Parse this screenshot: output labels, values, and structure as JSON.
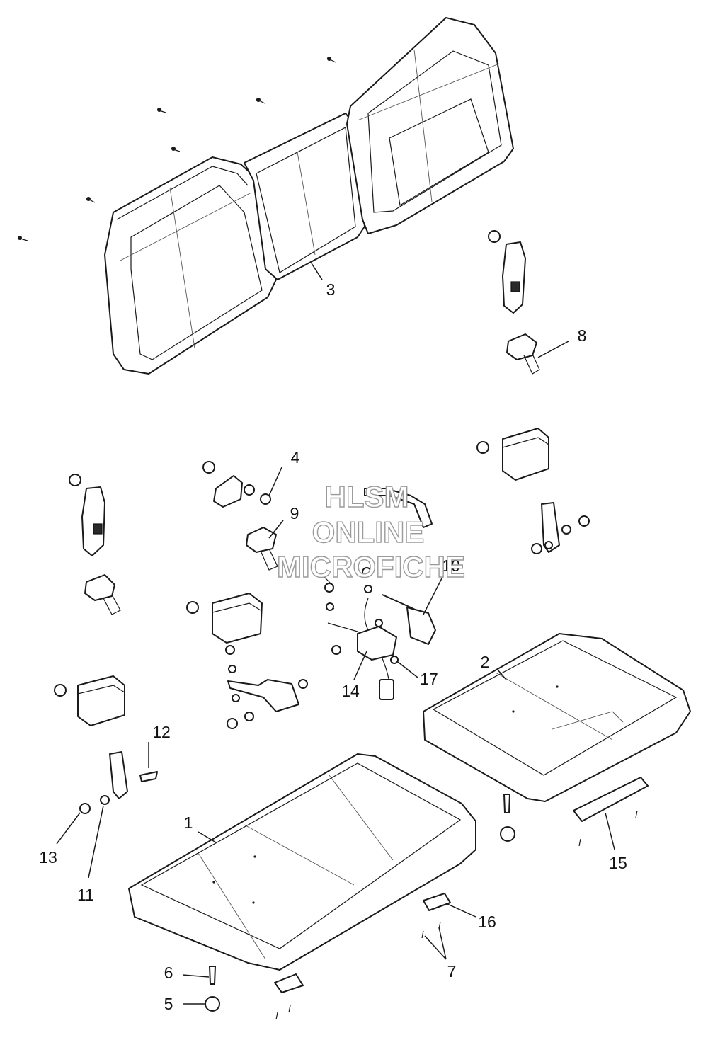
{
  "callouts": [
    {
      "id": "c1",
      "text": "1"
    },
    {
      "id": "c2",
      "text": "2"
    },
    {
      "id": "c3",
      "text": "3"
    },
    {
      "id": "c4",
      "text": "4"
    },
    {
      "id": "c5",
      "text": "5"
    },
    {
      "id": "c6",
      "text": "6"
    },
    {
      "id": "c7",
      "text": "7"
    },
    {
      "id": "c8",
      "text": "8"
    },
    {
      "id": "c9",
      "text": "9"
    },
    {
      "id": "c10",
      "text": "10"
    },
    {
      "id": "c11",
      "text": "11"
    },
    {
      "id": "c12",
      "text": "12"
    },
    {
      "id": "c13",
      "text": "13"
    },
    {
      "id": "c14",
      "text": "14"
    },
    {
      "id": "c15",
      "text": "15"
    },
    {
      "id": "c16",
      "text": "16"
    },
    {
      "id": "c17",
      "text": "17"
    }
  ],
  "watermark": {
    "line1": "HLSM",
    "line2": "ONLINE",
    "line3": "MICROFICHE"
  }
}
